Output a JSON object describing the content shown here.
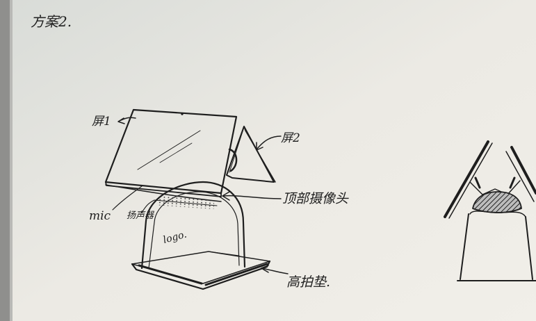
{
  "page": {
    "title": "方案2.",
    "paper_color": "#ecebe6",
    "ink_color": "#1e1e1e",
    "border_color": "#7d7d7b"
  },
  "labels": {
    "screen1": "屏1",
    "screen2": "屏2",
    "mic": "mic",
    "speaker": "扬声器",
    "logo": "logo.",
    "top_camera": "顶部摄像头",
    "high_pad": "高拍垫."
  }
}
